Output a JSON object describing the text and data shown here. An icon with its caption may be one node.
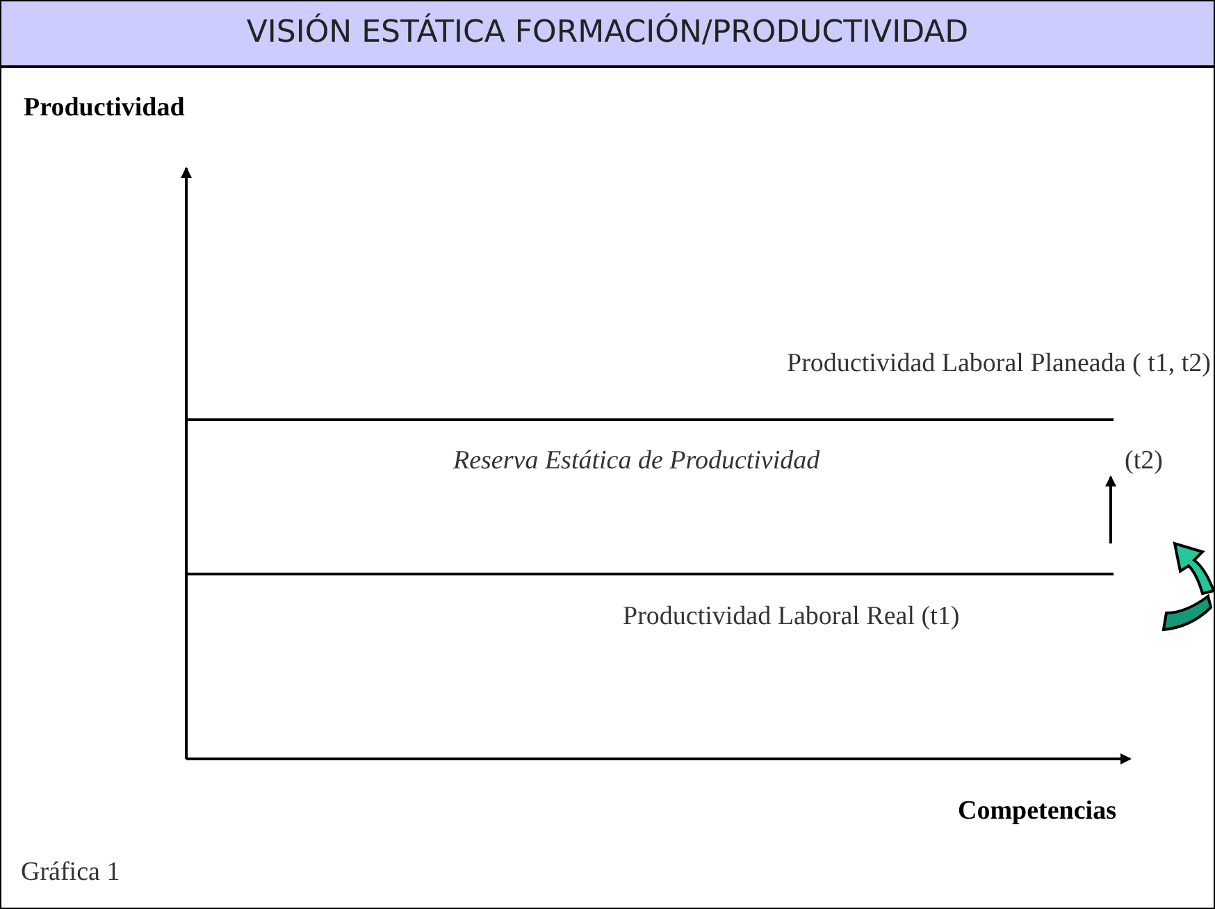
{
  "diagram": {
    "title": "VISIÓN ESTÁTICA FORMACIÓN/PRODUCTIVIDAD",
    "caption": "Gráfica 1",
    "labels": [
      "Productividad",
      "Productividad Laboral Planeada ( t1, t2)",
      "Reserva Estática de Productividad",
      "(t2)",
      "Productividad Laboral Real (t1)",
      "Competencias"
    ]
  }
}
